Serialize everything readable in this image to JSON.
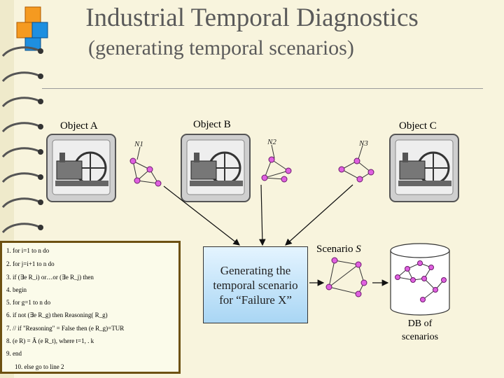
{
  "slide": {
    "title": "Industrial Temporal Diagnostics",
    "subtitle": "(generating temporal scenarios)"
  },
  "objects": [
    {
      "label": "Object A",
      "network": "N1"
    },
    {
      "label": "Object B",
      "network": "N2"
    },
    {
      "label": "Object C",
      "network": "N3"
    }
  ],
  "algorithm": {
    "lines": [
      "1. for i=1 to n do",
      "2.   for j=i+1 to n do",
      "3.      if (∃e R_i) or…or (∃e R_j) then",
      "4.        begin",
      "5.           for g=1 to n do",
      "6.              if not (∃e R_g) then Reasoning( R_g)",
      "7.              // if \"Reasoning\" = False then (e R_g)=TUR",
      "8.              (e R) = Ã (e R_t), where t=1, . k",
      "9.        end",
      "10.   else go to line 2"
    ]
  },
  "generator": {
    "label": "Generating the temporal scenario for “Failure X”"
  },
  "scenario": {
    "label": "Scenario",
    "symbol": "S"
  },
  "database": {
    "label": "DB of scenarios"
  },
  "colors": {
    "node": "#e060e0",
    "boxBorder": "#6d5112",
    "logoOrange": "#f59a20",
    "logoBlue": "#1e8fe0"
  }
}
